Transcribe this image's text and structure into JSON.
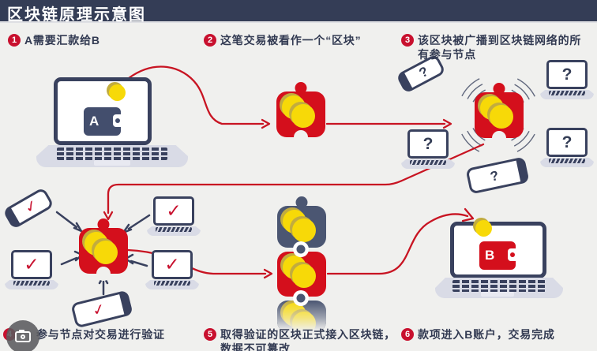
{
  "header": {
    "title": "区块链原理示意图"
  },
  "steps": [
    {
      "num": "1",
      "text": "A需要汇款给B"
    },
    {
      "num": "2",
      "text": "这笔交易被看作一个“区块”"
    },
    {
      "num": "3",
      "text": "该区块被广播到区块链网络的所有参与节点"
    },
    {
      "num": "4",
      "text": "参与节点对交易进行验证"
    },
    {
      "num": "5",
      "text": "取得验证的区块正式接入区块链，数据不可篡改"
    },
    {
      "num": "6",
      "text": "款项进入B账户，交易完成"
    }
  ],
  "symbols": {
    "question": "?",
    "check": "✓",
    "wallet_a": "A",
    "wallet_b": "B"
  },
  "colors": {
    "header_bg": "#343d56",
    "background": "#f0f0ee",
    "red": "#d40f1c",
    "arrow_red": "#c81422",
    "navy": "#39415e",
    "chain_navy": "#4b5672",
    "coin": "#f7d908",
    "coin_rim": "#c2ac3e",
    "laptop_base": "#d9dbe6"
  }
}
